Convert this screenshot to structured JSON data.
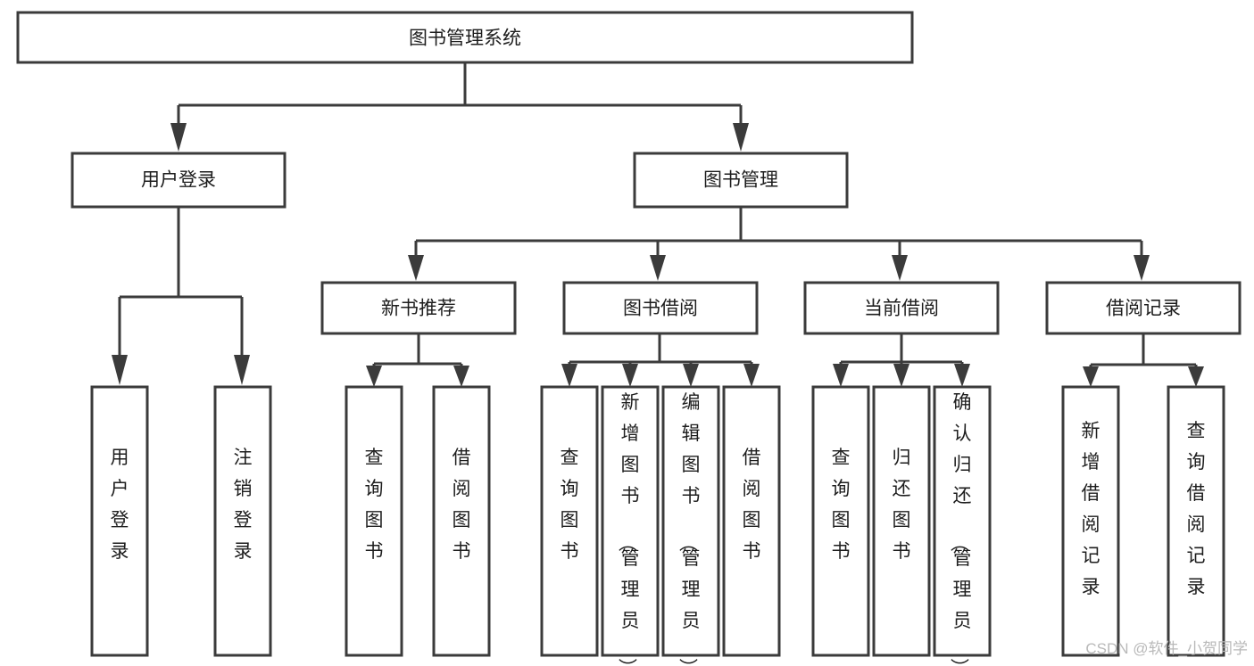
{
  "diagram": {
    "title": "图书管理系统",
    "type": "tree-hierarchy",
    "orientation": "top-down",
    "colors": {
      "background": "#ffffff",
      "box_fill": "#ffffff",
      "box_stroke": "#3b3b3b",
      "connector": "#3b3b3b",
      "label": "#1d1d1d",
      "watermark": "#b9b9b9"
    },
    "root": {
      "label": "图书管理系统"
    },
    "level2": [
      {
        "id": "user-login",
        "label": "用户登录"
      },
      {
        "id": "book-manage",
        "label": "图书管理"
      }
    ],
    "level3": [
      {
        "id": "new-book-recommend",
        "label": "新书推荐",
        "parent": "book-manage"
      },
      {
        "id": "book-borrow",
        "label": "图书借阅",
        "parent": "book-manage"
      },
      {
        "id": "current-borrow",
        "label": "当前借阅",
        "parent": "book-manage"
      },
      {
        "id": "borrow-record",
        "label": "借阅记录",
        "parent": "book-manage"
      }
    ],
    "leaves": {
      "user-login": [
        {
          "id": "leaf-user-login",
          "label": "用户登录"
        },
        {
          "id": "leaf-user-logout",
          "label": "注销登录"
        }
      ],
      "new-book-recommend": [
        {
          "id": "leaf-query-book-1",
          "label": "查询图书"
        },
        {
          "id": "leaf-borrow-book-1",
          "label": "借阅图书"
        }
      ],
      "book-borrow": [
        {
          "id": "leaf-query-book-2",
          "label": "查询图书"
        },
        {
          "id": "leaf-add-book",
          "label": "新增图书（管理员）"
        },
        {
          "id": "leaf-edit-book",
          "label": "编辑图书（管理员）"
        },
        {
          "id": "leaf-borrow-book-2",
          "label": "借阅图书"
        }
      ],
      "current-borrow": [
        {
          "id": "leaf-query-book-3",
          "label": "查询图书"
        },
        {
          "id": "leaf-return-book",
          "label": "归还图书"
        },
        {
          "id": "leaf-confirm-return",
          "label": "确认归还（管理员）"
        }
      ],
      "borrow-record": [
        {
          "id": "leaf-add-record",
          "label": "新增借阅记录"
        },
        {
          "id": "leaf-query-record",
          "label": "查询借阅记录"
        }
      ]
    },
    "watermark": "CSDN @软件_小贺同学"
  }
}
